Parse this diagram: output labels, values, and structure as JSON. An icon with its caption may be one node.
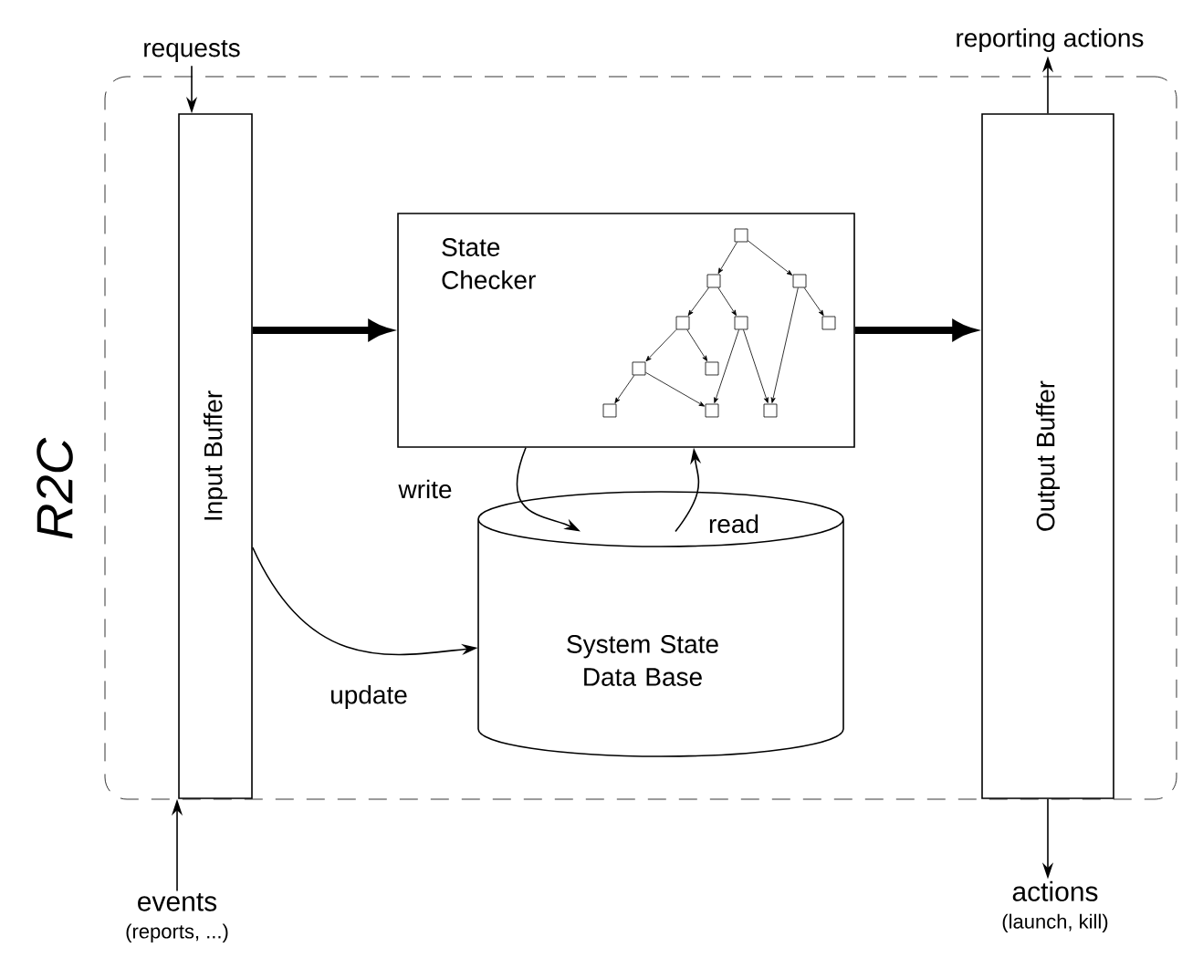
{
  "diagram": {
    "nodes": [
      {
        "text": [
          "R2C"
        ]
      },
      {
        "text": [
          "Input Buffer"
        ],
        "in": 0
      },
      {
        "text": [
          "State Checker"
        ],
        "in": 0
      },
      {
        "text": [
          "System State Data Base"
        ],
        "in": 0
      },
      {
        "text": [
          "Output Buffer"
        ],
        "in": 0
      },
      {
        "text": [
          "requests"
        ]
      },
      {
        "text": [
          "events",
          "(reports, ...)"
        ]
      },
      {
        "text": [
          "reporting actions"
        ]
      },
      {
        "text": [
          "actions",
          "(launch, kill)"
        ]
      }
    ],
    "edges": [
      {
        "from": 5,
        "to": 1,
        "arrow": "to"
      },
      {
        "from": 6,
        "to": 1,
        "arrow": "to"
      },
      {
        "from": 1,
        "to": 2,
        "arrow": "to",
        "style": "thick"
      },
      {
        "from": 2,
        "to": 4,
        "arrow": "to",
        "style": "thick"
      },
      {
        "from": 4,
        "to": 7,
        "arrow": "to"
      },
      {
        "from": 4,
        "to": 8,
        "arrow": "to"
      },
      {
        "from": 2,
        "to": 3,
        "arrow": "to",
        "label": "write"
      },
      {
        "from": 3,
        "to": 2,
        "arrow": "to",
        "label": "read"
      },
      {
        "from": 1,
        "to": 3,
        "arrow": "to",
        "label": "update"
      }
    ]
  }
}
